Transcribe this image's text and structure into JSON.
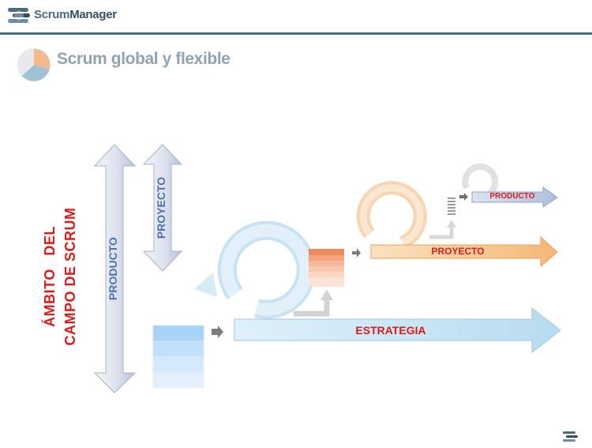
{
  "header": {
    "logo_brand_bold": "Scrum",
    "logo_brand_light": "Manager",
    "page_title": "Scrum global y flexible"
  },
  "diagram": {
    "scope_label_line1": "ÁMBITO   DEL",
    "scope_label_line2": "CAMPO DE SCRUM",
    "vertical_arrows": [
      {
        "label": "PRODUCTO"
      },
      {
        "label": "PROYECTO"
      }
    ],
    "horizontal_arrows": [
      {
        "label": "ESTRATEGIA"
      },
      {
        "label": "PROYECTO"
      },
      {
        "label": "PRODUCTO"
      }
    ]
  },
  "colors": {
    "header_line": "#3f6f88",
    "title": "#8fa3b4",
    "scope_label": "#e01919",
    "vertical_label": "#4a72b8",
    "estrategia_fill": "#c9e6f5",
    "proyecto_fill": "#f7c48a",
    "producto_fill": "#b9c9e3"
  }
}
